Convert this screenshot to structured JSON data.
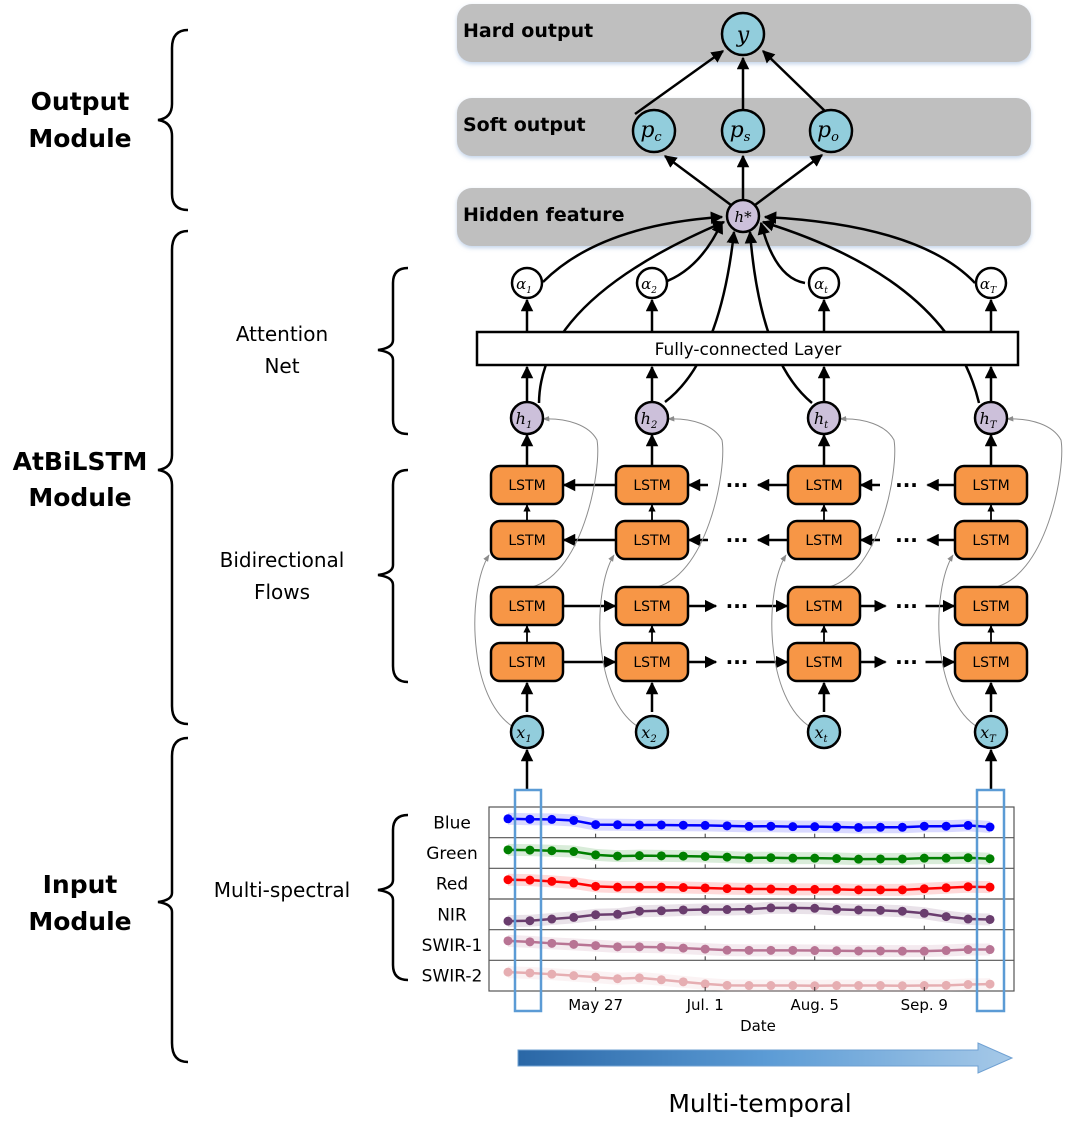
{
  "modules": {
    "output": {
      "line1": "Output",
      "line2": "Module"
    },
    "atbilstm": {
      "line1": "AtBiLSTM",
      "line2": "Module"
    },
    "input": {
      "line1": "Input",
      "line2": "Module"
    }
  },
  "submodules": {
    "attention": {
      "line1": "Attention",
      "line2": "Net"
    },
    "bidirectional": {
      "line1": "Bidirectional",
      "line2": "Flows"
    },
    "multispectral": {
      "label": "Multi-spectral"
    }
  },
  "bands": {
    "hard_output": "Hard output",
    "soft_output": "Soft output",
    "hidden_feature": "Hidden feature"
  },
  "nodes": {
    "y": {
      "base": "y",
      "sub": ""
    },
    "soft": [
      {
        "base": "p",
        "sub": "c"
      },
      {
        "base": "p",
        "sub": "s"
      },
      {
        "base": "p",
        "sub": "o"
      }
    ],
    "hstar": {
      "base": "h*",
      "sub": ""
    },
    "alpha": [
      {
        "base": "α",
        "sub": "1"
      },
      {
        "base": "α",
        "sub": "2"
      },
      {
        "base": "α",
        "sub": "t"
      },
      {
        "base": "α",
        "sub": "T"
      }
    ],
    "h": [
      {
        "base": "h",
        "sub": "1"
      },
      {
        "base": "h",
        "sub": "2"
      },
      {
        "base": "h",
        "sub": "t"
      },
      {
        "base": "h",
        "sub": "T"
      }
    ],
    "x": [
      {
        "base": "x",
        "sub": "1"
      },
      {
        "base": "x",
        "sub": "2"
      },
      {
        "base": "x",
        "sub": "t"
      },
      {
        "base": "x",
        "sub": "T"
      }
    ]
  },
  "fc_layer": "Fully-connected Layer",
  "lstm_label": "LSTM",
  "ellipsis": "···",
  "colors": {
    "band_gray": "#bfbfbf",
    "output_node": "#92cddc",
    "hidden_node": "#ccc0da",
    "lstm_fill": "#f79646",
    "highlight_box": "#5b9bd5",
    "arrow_dark": "#1f5f9f",
    "arrow_light": "#9dc3e6"
  },
  "chart_data": {
    "type": "line",
    "title": "",
    "xlabel": "Date",
    "ylabel": "",
    "x_ticks": [
      "May 27",
      "Jul. 1",
      "Aug. 5",
      "Sep. 9"
    ],
    "n_timesteps": 23,
    "grid": false,
    "series": [
      {
        "name": "Blue",
        "color": "#0000ff",
        "values": [
          0.72,
          0.7,
          0.69,
          0.64,
          0.44,
          0.43,
          0.42,
          0.42,
          0.41,
          0.4,
          0.38,
          0.35,
          0.36,
          0.34,
          0.34,
          0.32,
          0.3,
          0.31,
          0.31,
          0.36,
          0.36,
          0.4,
          0.32
        ]
      },
      {
        "name": "Green",
        "color": "#008000",
        "values": [
          0.7,
          0.69,
          0.66,
          0.62,
          0.46,
          0.4,
          0.42,
          0.41,
          0.4,
          0.38,
          0.35,
          0.31,
          0.32,
          0.3,
          0.3,
          0.28,
          0.25,
          0.26,
          0.26,
          0.3,
          0.3,
          0.32,
          0.27
        ]
      },
      {
        "name": "Red",
        "color": "#ff0000",
        "values": [
          0.74,
          0.72,
          0.66,
          0.58,
          0.42,
          0.38,
          0.38,
          0.38,
          0.36,
          0.34,
          0.31,
          0.29,
          0.29,
          0.27,
          0.27,
          0.27,
          0.25,
          0.25,
          0.25,
          0.3,
          0.35,
          0.4,
          0.38
        ]
      },
      {
        "name": "NIR",
        "color": "#6a3d6e",
        "values": [
          0.22,
          0.24,
          0.32,
          0.4,
          0.53,
          0.55,
          0.7,
          0.72,
          0.76,
          0.78,
          0.78,
          0.8,
          0.86,
          0.86,
          0.84,
          0.79,
          0.76,
          0.74,
          0.7,
          0.6,
          0.44,
          0.32,
          0.3
        ]
      },
      {
        "name": "SWIR-1",
        "color": "#b87494",
        "values": [
          0.75,
          0.7,
          0.63,
          0.58,
          0.52,
          0.46,
          0.46,
          0.44,
          0.4,
          0.35,
          0.3,
          0.29,
          0.29,
          0.29,
          0.28,
          0.27,
          0.26,
          0.26,
          0.25,
          0.25,
          0.28,
          0.33,
          0.33
        ]
      },
      {
        "name": "SWIR-2",
        "color": "#e6aeb2",
        "values": [
          0.72,
          0.68,
          0.62,
          0.55,
          0.48,
          0.4,
          0.44,
          0.35,
          0.25,
          0.15,
          0.08,
          0.07,
          0.07,
          0.07,
          0.06,
          0.07,
          0.07,
          0.07,
          0.06,
          0.07,
          0.08,
          0.12,
          0.14
        ]
      }
    ]
  },
  "temporal": {
    "label": "Multi-temporal"
  }
}
